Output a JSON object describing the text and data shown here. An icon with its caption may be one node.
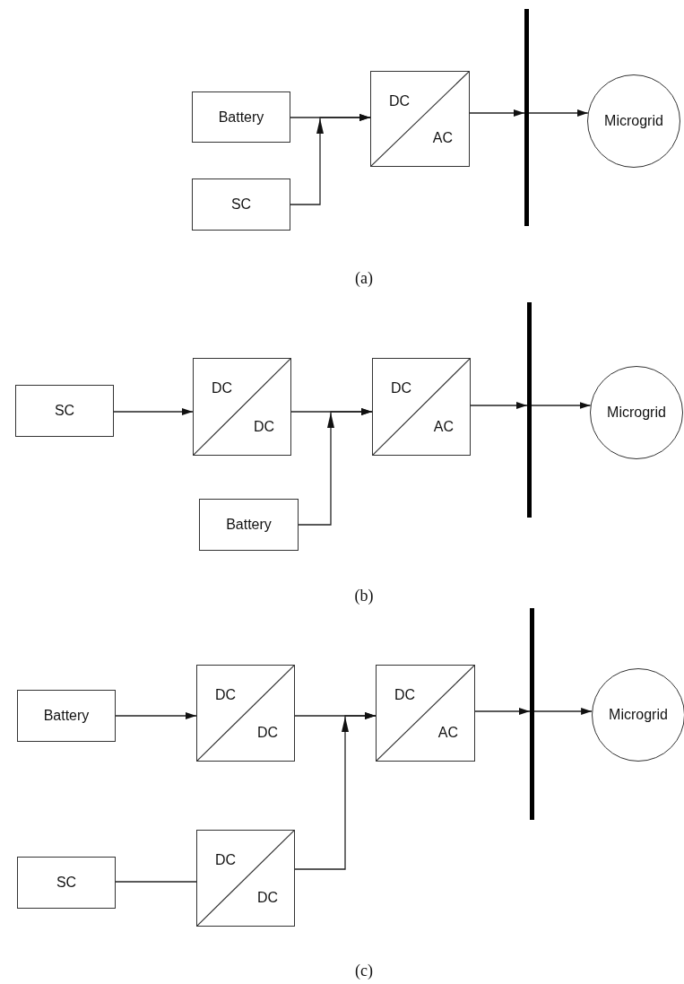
{
  "diagram": {
    "nodes": [
      {
        "text": [
          "Battery"
        ]
      },
      {
        "text": [
          "SC"
        ]
      },
      {
        "text": [
          "DC",
          "AC"
        ]
      },
      {
        "text": [],
        "shape": "bar"
      },
      {
        "text": [
          "Microgrid"
        ]
      },
      {
        "text": [
          "SC"
        ]
      },
      {
        "text": [
          "DC",
          "DC"
        ]
      },
      {
        "text": [
          "DC",
          "AC"
        ]
      },
      {
        "text": [],
        "shape": "bar"
      },
      {
        "text": [
          "Microgrid"
        ]
      },
      {
        "text": [
          "Battery"
        ]
      },
      {
        "text": [
          "Battery"
        ]
      },
      {
        "text": [
          "DC",
          "DC"
        ]
      },
      {
        "text": [
          "DC",
          "AC"
        ]
      },
      {
        "text": [],
        "shape": "bar"
      },
      {
        "text": [
          "Microgrid"
        ]
      },
      {
        "text": [
          "SC"
        ]
      },
      {
        "text": [
          "DC",
          "DC"
        ]
      }
    ],
    "edges": [
      {
        "from": 0,
        "to": 2,
        "arrow": "to"
      },
      {
        "from": 1,
        "to": 2,
        "arrow": "to"
      },
      {
        "from": 2,
        "to": 3,
        "arrow": "to"
      },
      {
        "from": 3,
        "to": 4,
        "arrow": "to"
      },
      {
        "from": 5,
        "to": 6,
        "arrow": "to"
      },
      {
        "from": 6,
        "to": 7,
        "arrow": "to"
      },
      {
        "from": 10,
        "to": 7,
        "arrow": "to"
      },
      {
        "from": 7,
        "to": 8,
        "arrow": "to"
      },
      {
        "from": 8,
        "to": 9,
        "arrow": "to"
      },
      {
        "from": 11,
        "to": 12,
        "arrow": "to"
      },
      {
        "from": 12,
        "to": 13,
        "arrow": "to"
      },
      {
        "from": 17,
        "to": 13,
        "arrow": "to"
      },
      {
        "from": 16,
        "to": 17,
        "arrow": "none"
      },
      {
        "from": 13,
        "to": 14,
        "arrow": "to"
      },
      {
        "from": 14,
        "to": 15,
        "arrow": "to"
      }
    ],
    "labels": [
      "(a)",
      "(b)",
      "(c)"
    ]
  }
}
